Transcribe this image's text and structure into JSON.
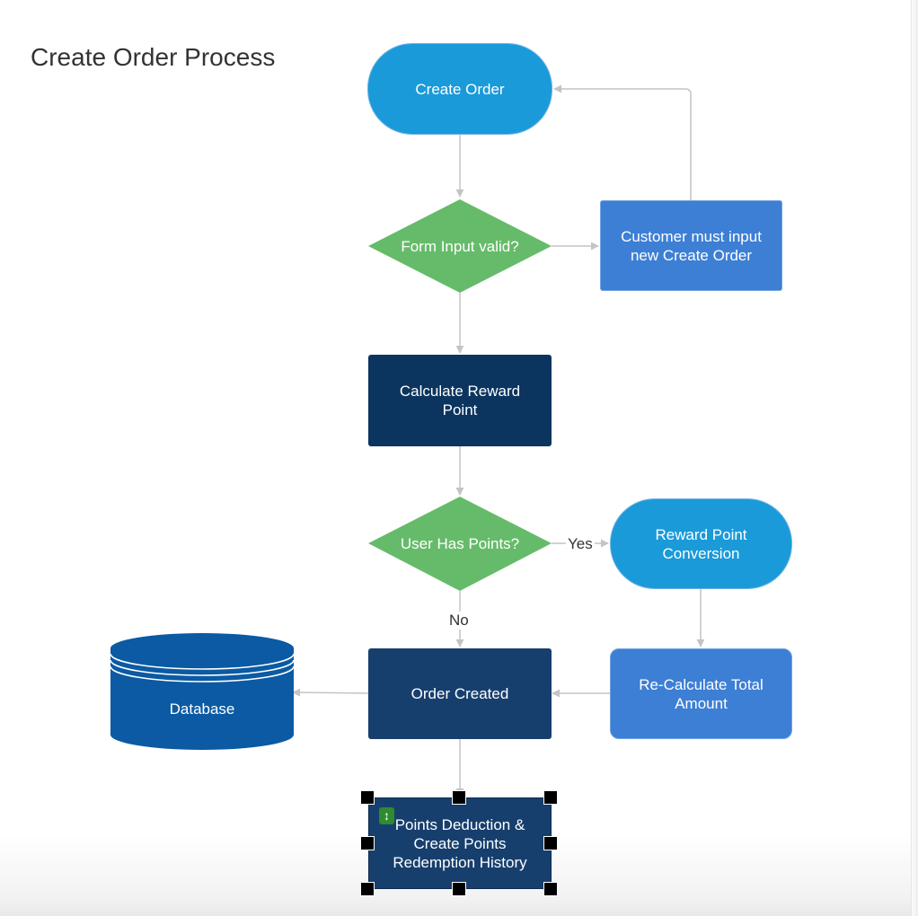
{
  "title": "Create Order Process",
  "nodes": {
    "create_order": "Create Order",
    "form_input_valid": [
      "Form Input",
      "valid?"
    ],
    "customer_must_input": [
      "Customer must input",
      "new Create Order"
    ],
    "calculate_reward_point": [
      "Calculate Reward",
      "Point"
    ],
    "user_has_points": [
      "User Has",
      "Points?"
    ],
    "reward_point_conversion": [
      "Reward Point",
      "Conversion"
    ],
    "order_created": "Order Created",
    "recalculate_total": [
      "Re-Calculate Total",
      "Amount"
    ],
    "database": "Database",
    "points_deduction": [
      "Points Deduction &",
      "Create Points",
      "Redemption History"
    ]
  },
  "edge_labels": {
    "yes": "Yes",
    "no": "No"
  },
  "colors": {
    "terminal_blue": "#1a9ad9",
    "decision_green": "#66bb6a",
    "process_mid_blue": "#3d7fd4",
    "process_dark_navy": "#0b355f",
    "process_navy": "#173f6e",
    "database_blue": "#0b5aa3",
    "connector_gray": "#c4c4c4"
  },
  "selection": {
    "selected_node": "points_deduction",
    "move_icon": "vertical-move-icon"
  }
}
